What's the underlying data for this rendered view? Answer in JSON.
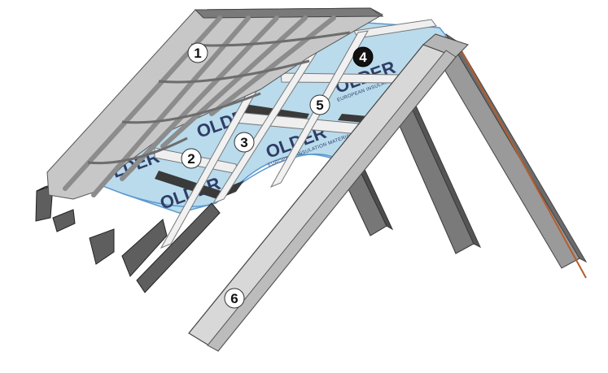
{
  "membrane": {
    "brand_text": "OLDER",
    "brand_tagline": "EUROPEAN INSULATION MATERIALS"
  },
  "labels": [
    "1",
    "2",
    "3",
    "4",
    "5",
    "6"
  ],
  "colors": {
    "membrane": "#b9dbec",
    "membrane_edge": "#5c9ad0",
    "rafter_dark": "#5e5e5e",
    "rafter_light": "#d8d8d8",
    "tile": "#c7c7c7",
    "tile_shadow": "#8c8c8c",
    "tape": "#3a3a3a",
    "fascia_edge": "#b65c2c",
    "badge_dark": "#111111",
    "badge_light": "#ffffff"
  }
}
